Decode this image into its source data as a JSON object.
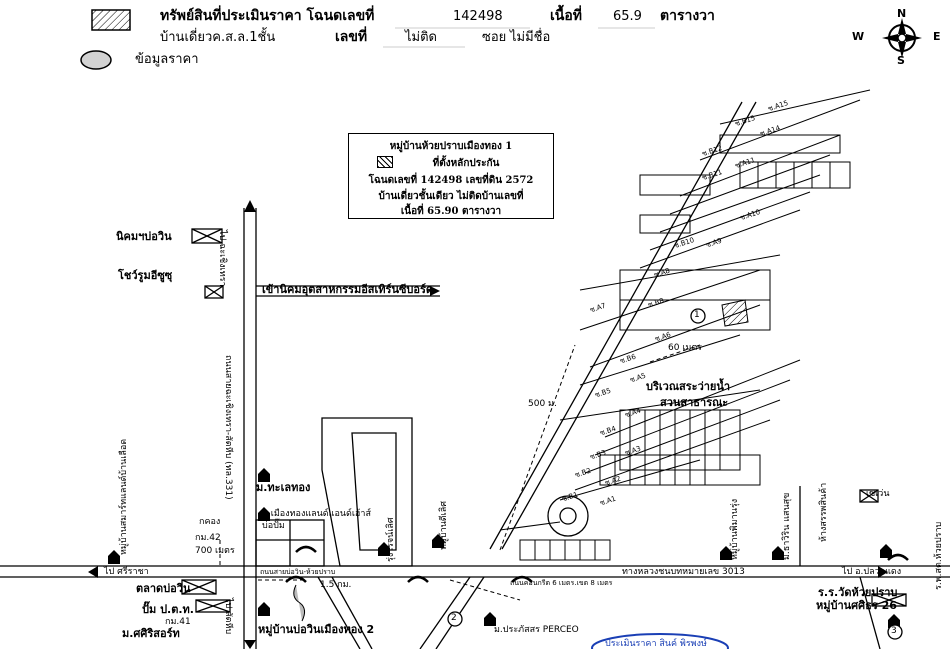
{
  "header": {
    "property_label": "ทรัพย์สินที่ประเมินราคา โฉนดเลขที่",
    "deed_no": "142498",
    "area_label": "เนื้อที่",
    "area_value": "65.9",
    "area_unit": "ตารางวา",
    "house_type": "บ้านเดี่ยวค.ส.ล.1ชั้น",
    "house_no_label": "เลขที่",
    "house_no_value": "ไม่ติด",
    "soi_label": "ซอย",
    "soi_value": "ไม่มีชื่อ",
    "price_info_label": "ข้อมูลราคา"
  },
  "compass": {
    "n": "N",
    "s": "S",
    "e": "E",
    "w": "W"
  },
  "info_box": {
    "title": "หมู่บ้านห้วยปราบเมืองทอง 1",
    "legend": "ที่ตั้งหลักประกัน",
    "line1": "โฉนดเลขที่ 142498 เลขที่ดิน 2572",
    "line2": "บ้านเดี่ยวชั้นเดียว ไม่ติดบ้านเลขที่",
    "line3": "เนื้อที่ 65.90 ตารางวา"
  },
  "labels": {
    "nikhom": "นิคมฯบ่อวิน",
    "showroom": "โชว์รูมอีซูซุ",
    "to_chachoengsao": "ไป ฉะเชิงเทรา",
    "industrial": "เข้านิคมอุตสาหกรรมอีสเทิร์นซีบอร์ด",
    "road331": "ถนนสายฉะเชิงเทรา-สัตหีบ (ทล.331)",
    "m_thale_thong": "ม.ทะเลทอง",
    "m_mueang_thong": "ม.เมืองทองแลนด์แอนด์เฮ้าส์",
    "bo_pam": "บ่อปั๊ม",
    "village_samran": "หมู่บ้านสมาร์ทแลนด์บ้านเลือด",
    "klong": "กคอง",
    "km42": "กม.42",
    "m700": "700 เมตร",
    "to_sriracha": "ไป ศรีราชา",
    "market": "ตลาดบ่อวิน",
    "ptt": "ปั๊ม ป.ต.ท.",
    "km41": "กม.41",
    "to_sattahip": "ไป สัตหีบ",
    "m_srisiri": "ม.ศศิริสอร์ท",
    "bo_win_village2": "หมู่บ้านบ่อวินเมืองทอง 2",
    "road_bowin_huaiprap": "ถนนสายบ่อวิน-ห้วยปราบ",
    "km15": "1.5 กม.",
    "village_left": "หมู่บ้านดีเลิศ",
    "village_mid": "รุ่งโรจน์เลิศ",
    "circle2": "2",
    "highway": "ทางหลวงชนบทหมายเลข 3013",
    "concrete_road": "ถนนคอนกรีต 6 เมตร.เขต 8 เมตร",
    "prasit": "ม.ประภัสสร PERCEO",
    "m500": "500 ม.",
    "m60": "60 เมตร",
    "pond1": "บริเวณสระว่ายน้ำ",
    "pond2": "สวนสาธารณะ",
    "circle1": "1",
    "village_wat": "หมู่บ้านพิมานรุ่ง",
    "m_ausiri": "ม.ธาวิริน แสนสุข",
    "watersport": "ห้างสรรพสินค้า",
    "sevenel": "เซเว่น",
    "to_pluak_daeng": "ไป อ.ปลวกแดง",
    "school": "ร.ร.วัดห้วยปราบ",
    "village_26": "หมู่บ้านศศิธร 26",
    "circle3": "3",
    "right_vertical": "ร.พ.สต.ห้วยปราบ",
    "stamp": "ประเมินราคา สินค์ พิรพงษ์",
    "lots": [
      "ซ.A15",
      "ซ.B15",
      "ซ.A14",
      "ซ.B12",
      "ซ.A11",
      "ซ.B11",
      "ซ.A10",
      "ซ.B10",
      "ซ.A9",
      "ซ.A8",
      "ซ.B8",
      "ซ.A7",
      "ซ.A6",
      "ซ.B6",
      "ซ.A5",
      "ซ.B5",
      "ซ.A4",
      "ซ.B4",
      "ซ.A3",
      "ซ.B3",
      "ซ.A2",
      "ซ.B2",
      "ซ.A1",
      "ซ.B1"
    ]
  }
}
